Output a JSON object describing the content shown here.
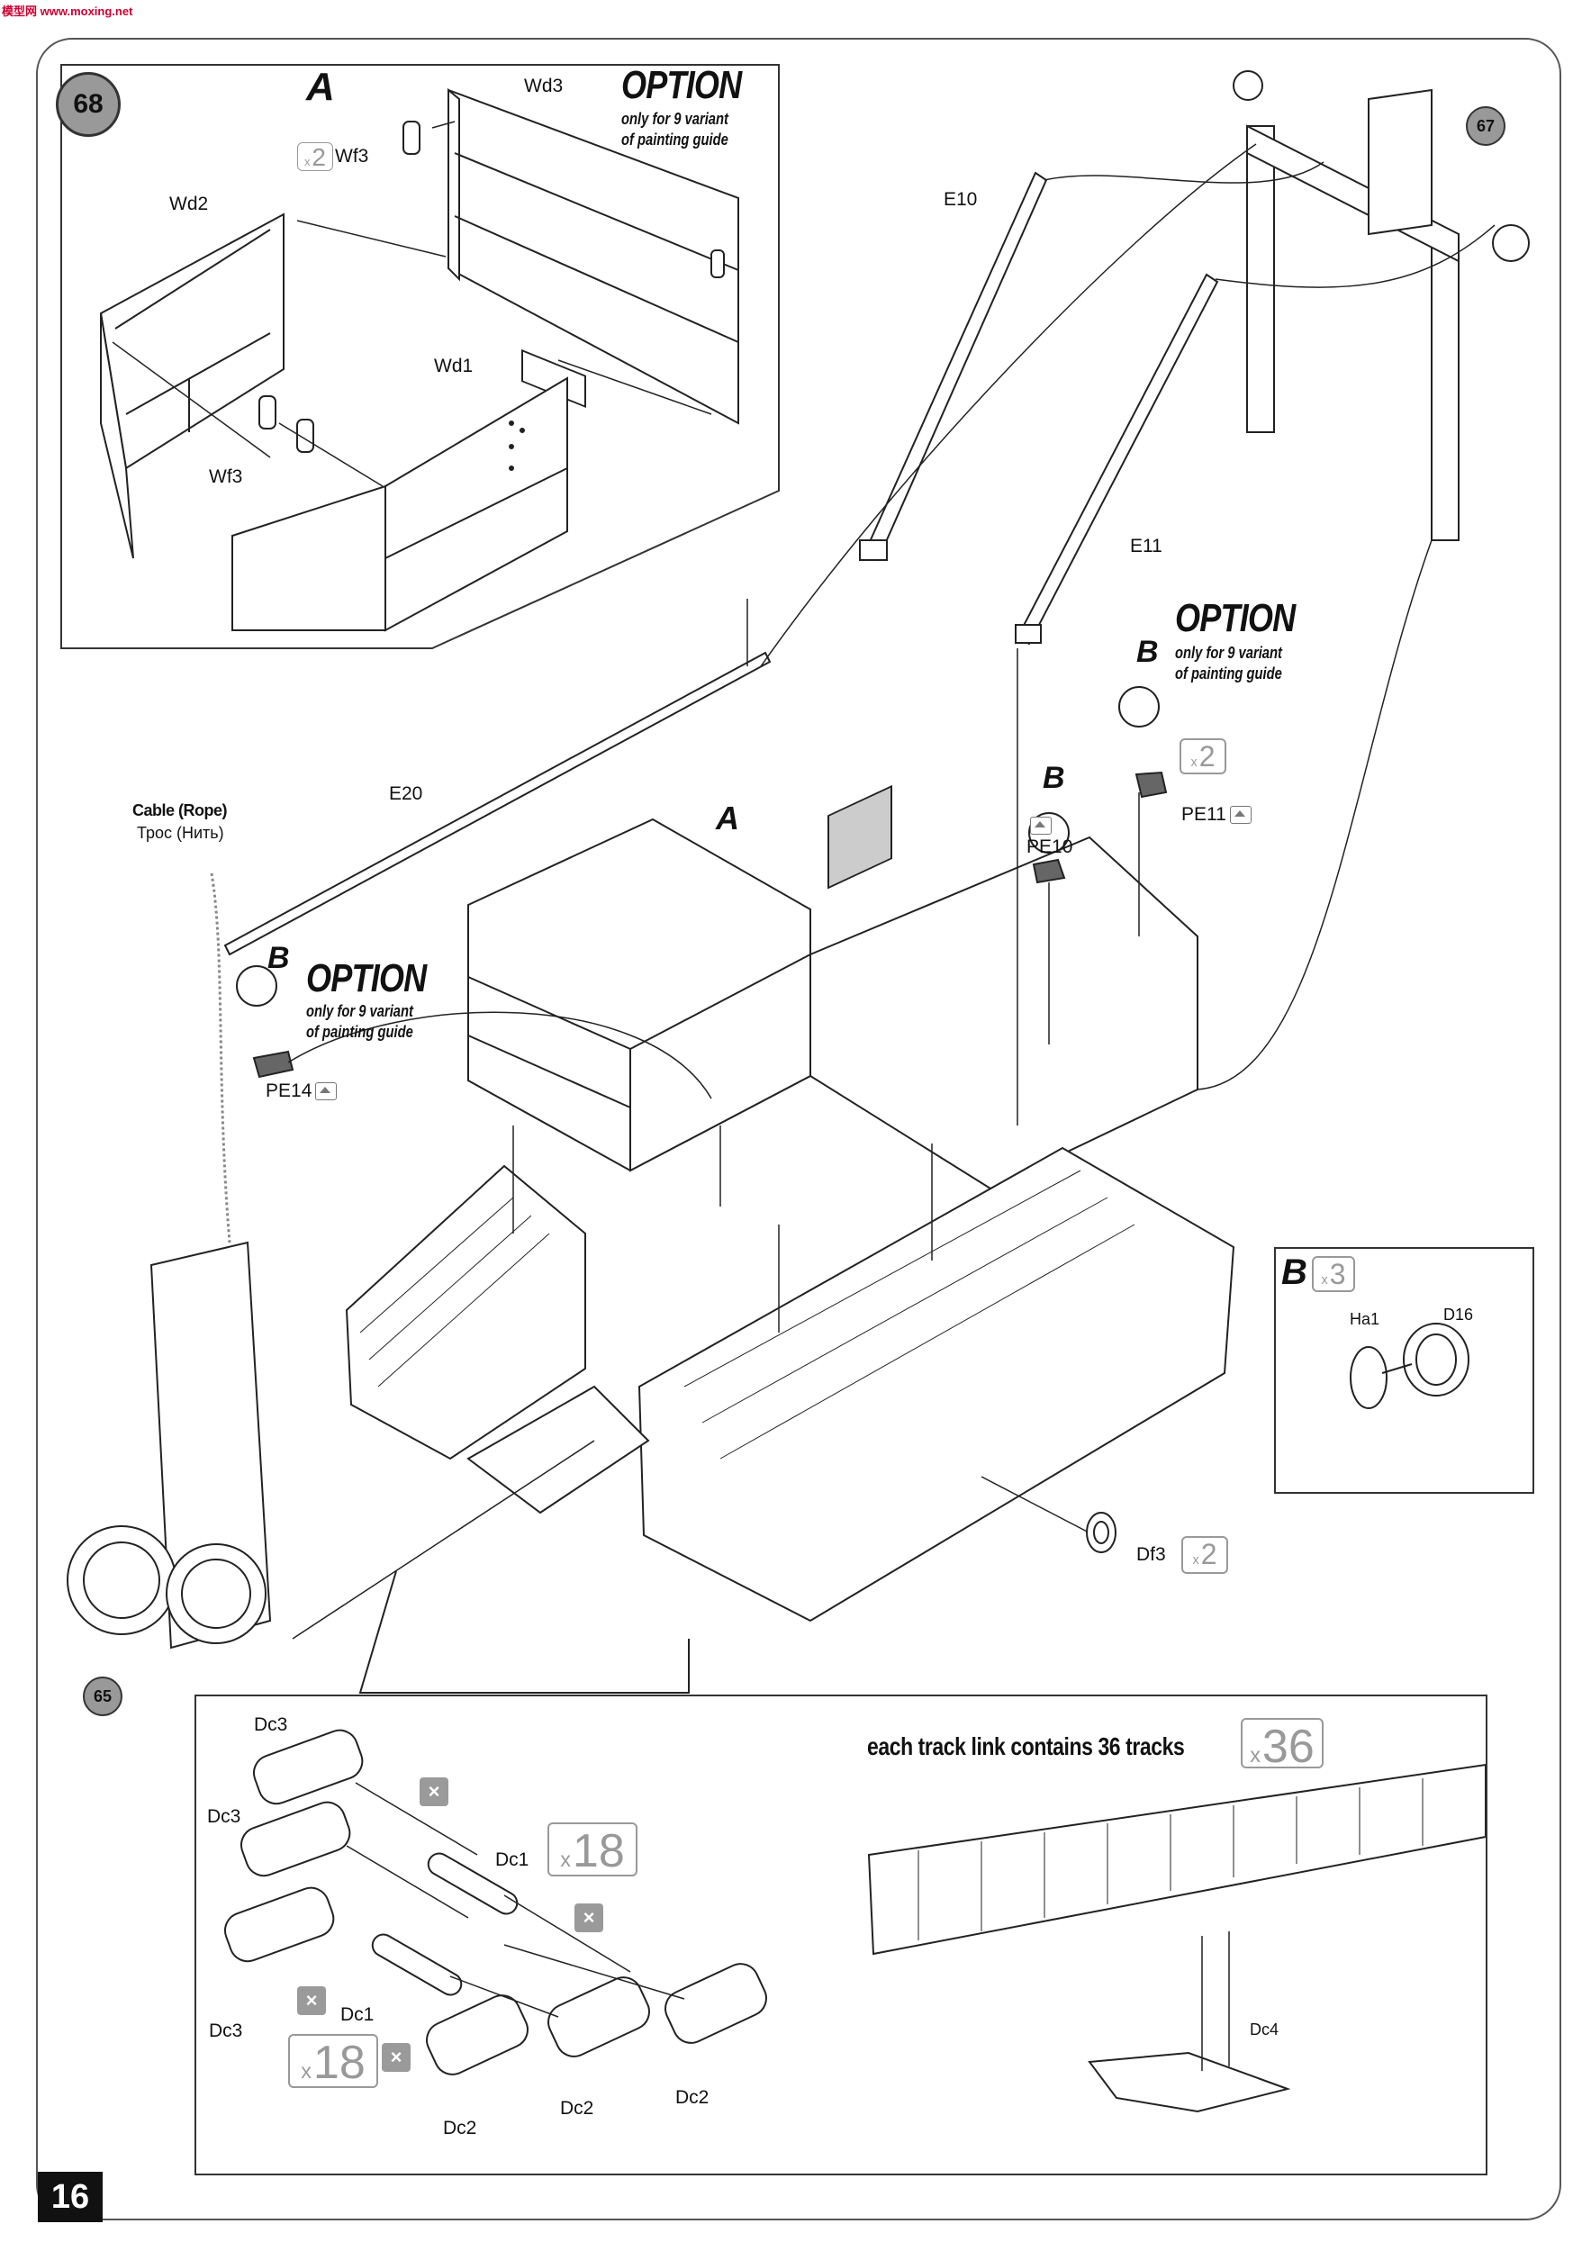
{
  "header": {
    "watermark": "模型网 www.moxing.net"
  },
  "page": {
    "number": "16"
  },
  "step": {
    "number": "68",
    "ref_67": "67",
    "ref_65": "65"
  },
  "option": {
    "title": "OPTION",
    "line1": "only for 9 variant",
    "line2": "of painting guide"
  },
  "subassembly_a": {
    "letter": "A",
    "parts": {
      "wd1": "Wd1",
      "wd2": "Wd2",
      "wd3": "Wd3",
      "wf3_top": "Wf3",
      "wf3_bottom": "Wf3"
    },
    "qty_wf3": "2"
  },
  "main": {
    "parts": {
      "e10": "E10",
      "e11": "E11",
      "e20": "E20",
      "pe10": "PE10",
      "pe11": "PE11",
      "pe14": "PE14",
      "df3": "Df3"
    },
    "qty_b": "2",
    "qty_df3": "2",
    "callouts": {
      "a": "A",
      "b1": "B",
      "b2": "B",
      "b3": "B"
    },
    "cable_en": "Cable (Rope)",
    "cable_ru": "Трос (Нить)"
  },
  "subassembly_b": {
    "letter": "B",
    "qty": "3",
    "parts": {
      "ha1": "Ha1",
      "d16": "D16"
    }
  },
  "tracks": {
    "note": "each track link contains 36 tracks",
    "qty_tracks": "36",
    "parts": {
      "dc1_a": "Dc1",
      "dc1_b": "Dc1",
      "dc2_a": "Dc2",
      "dc2_b": "Dc2",
      "dc2_c": "Dc2",
      "dc3_a": "Dc3",
      "dc3_b": "Dc3",
      "dc3_c": "Dc3",
      "dc4": "Dc4"
    },
    "qty_dc1_a": "18",
    "qty_dc1_b": "18"
  }
}
